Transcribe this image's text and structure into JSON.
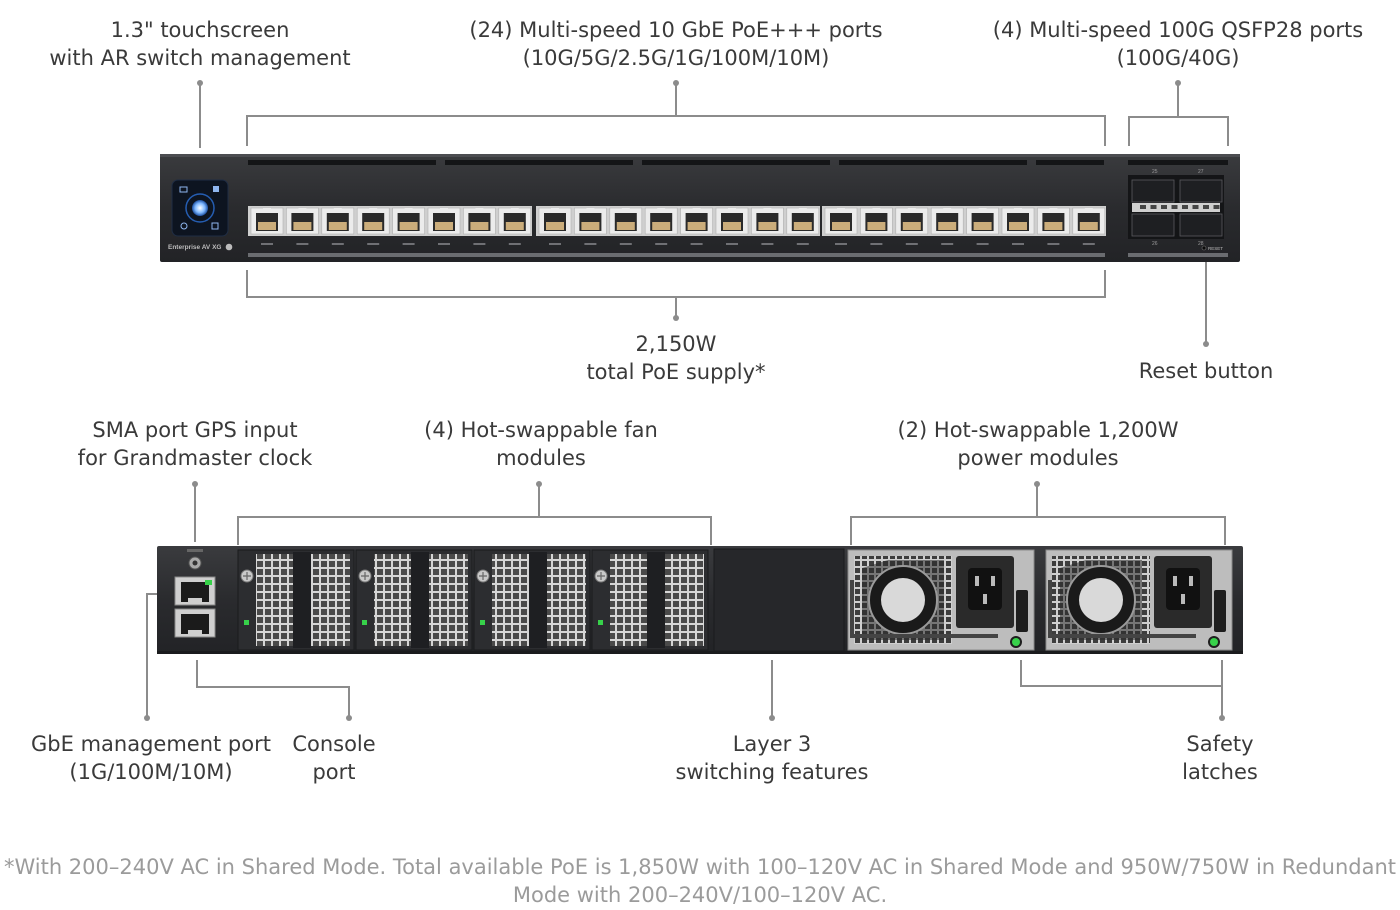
{
  "front_panel": {
    "device_label": "Enterprise AV XG",
    "sfp_numbers": [
      "25",
      "27",
      "26",
      "28"
    ],
    "reset_label": "RESET"
  },
  "labels": {
    "touchscreen": [
      "1.3\" touchscreen",
      "with AR switch management"
    ],
    "poe_ports": [
      "(24) Multi-speed 10 GbE PoE+++ ports",
      "(10G/5G/2.5G/1G/100M/10M)"
    ],
    "qsfp_ports": [
      "(4) Multi-speed 100G QSFP28 ports",
      "(100G/40G)"
    ],
    "poe_supply": [
      "2,150W",
      "total PoE supply*"
    ],
    "reset_button": [
      "Reset button"
    ],
    "sma_port": [
      "SMA port GPS input",
      "for Grandmaster clock"
    ],
    "fan_modules": [
      "(4) Hot-swappable fan",
      "modules"
    ],
    "power_modules": [
      "(2) Hot-swappable 1,200W",
      "power modules"
    ],
    "mgmt_port": [
      "GbE management port",
      "(1G/100M/10M)"
    ],
    "console_port": [
      "Console",
      "port"
    ],
    "layer3": [
      "Layer 3",
      "switching features"
    ],
    "safety_latches": [
      "Safety",
      "latches"
    ]
  },
  "footnote": "*With 200–240V AC in Shared Mode. Total available PoE is 1,850W with 100–120V AC in Shared Mode and 950W/750W in Redundant Mode with 200–240V/100–120V AC.",
  "colors": {
    "chassis": "#2b2c2f",
    "port_body": "#e8e8e8",
    "led_green": "#37d14a",
    "line": "#8c8c8c"
  }
}
